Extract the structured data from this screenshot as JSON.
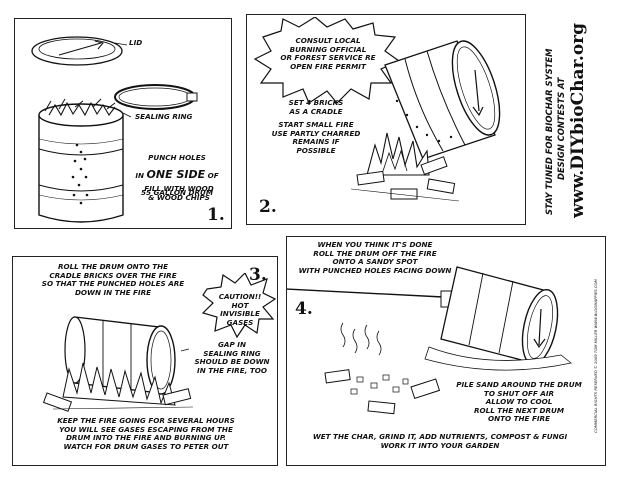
{
  "panel1": {
    "lid": "LID",
    "sealing_ring": "SEALING RING",
    "punch_holes_pre": "PUNCH HOLES",
    "punch_holes_in": "IN ",
    "punch_holes_one_side": "ONE SIDE",
    "punch_holes_of": " OF",
    "drum_size": "55 GALLON DRUM",
    "fill": "FILL WITH WOOD\n& WOOD CHIPS",
    "step": "1."
  },
  "panel2": {
    "burst": "CONSULT LOCAL\nBURNING OFFICIAL\nOR FOREST SERVICE RE\nOPEN FIRE PERMIT",
    "bricks": "SET 4 BRICKS\nAS A CRADLE",
    "start_fire": "START SMALL FIRE\nUSE PARTLY CHARRED\nREMAINS IF\nPOSSIBLE",
    "step": "2."
  },
  "panel3": {
    "roll": "ROLL THE DRUM ONTO THE\nCRADLE BRICKS OVER THE FIRE\nSO THAT THE PUNCHED HOLES ARE\nDOWN IN THE FIRE",
    "caution": "CAUTION!! HOT\nINVISIBLE\nGASES",
    "gap": "GAP IN\nSEALING RING\nSHOULD BE DOWN\nIN THE FIRE, TOO",
    "keep": "KEEP THE FIRE GOING FOR SEVERAL HOURS\nYOU WILL SEE GASES ESCAPING FROM THE\nDRUM INTO THE FIRE AND BURNING UP.\nWATCH FOR DRUM GASES TO PETER OUT",
    "step": "3."
  },
  "panel4": {
    "done": "WHEN YOU THINK IT'S DONE\nROLL THE DRUM OFF THE FIRE\nONTO A SANDY SPOT\nWITH PUNCHED HOLES FACING DOWN",
    "pile": "PILE SAND AROUND THE DRUM\nTO SHUT OFF AIR\nALLOW TO COOL\nROLL THE NEXT DRUM\nONTO THE FIRE",
    "wet": "WET THE CHAR, GRIND IT, ADD NUTRIENTS, COMPOST & FUNGI\nWORK IT INTO YOUR GARDEN",
    "copyright": "COMMERCIAL RIGHTS RESERVED   © 2009 TOM MILLER   WWW.BLOGMAPPIES.COM",
    "step": "4."
  },
  "sidebar": {
    "line1": "STAY TUNED FOR BIOCHAR SYSTEM",
    "line2": "DESIGN CONTESTS AT",
    "url": "www.DIYbioChar.org"
  }
}
